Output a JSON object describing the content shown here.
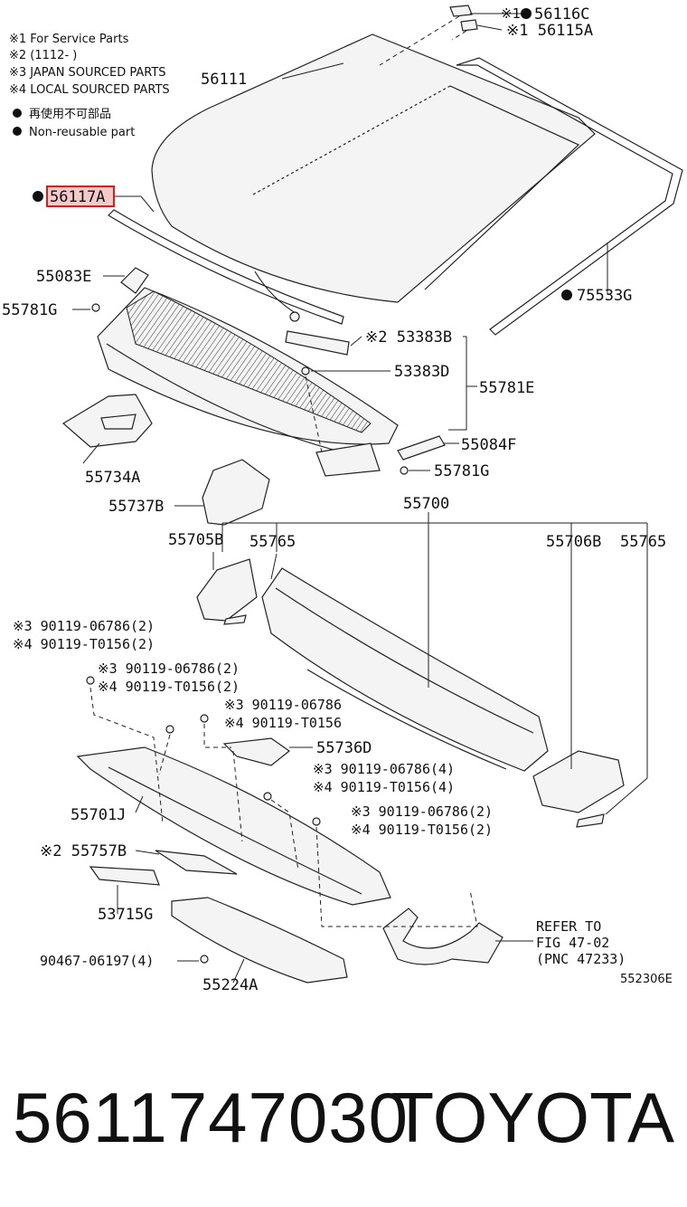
{
  "legend": {
    "notes": [
      "※1 For Service Parts",
      "※2 (1112-      )",
      "※3 JAPAN SOURCED PARTS",
      "※4 LOCAL SOURCED PARTS"
    ],
    "nonreusable": [
      "再使用不可部品",
      "Non-reusable part"
    ]
  },
  "labels": {
    "p56116C": "※1 56116C",
    "p56115A": "※1 56115A",
    "p56111": "56111",
    "p56117A": "56117A",
    "p75533G": "75533G",
    "p55083E": "55083E",
    "p55781G_a": "55781G",
    "p53383B": "※2 53383B",
    "p53383D": "53383D",
    "p55781E": "55781E",
    "p55084F": "55084F",
    "p55781G_b": "55781G",
    "p55734A": "55734A",
    "p55737B": "55737B",
    "p55700": "55700",
    "p55705B": "55705B",
    "p55765_a": "55765",
    "p55706B": "55706B",
    "p55765_b": "55765",
    "b1a": "※3 90119-06786(2)",
    "b1b": "※4 90119-T0156(2)",
    "b2a": "※3 90119-06786(2)",
    "b2b": "※4 90119-T0156(2)",
    "b3a": "※3 90119-06786",
    "b3b": "※4 90119-T0156",
    "p55736D": "55736D",
    "b4a": "※3 90119-06786(4)",
    "b4b": "※4 90119-T0156(4)",
    "p55701J": "55701J",
    "b5a": "※3 90119-06786(2)",
    "b5b": "※4 90119-T0156(2)",
    "p55757B": "※2 55757B",
    "p53715G": "53715G",
    "p90467": "90467-06197(4)",
    "p55224A": "55224A",
    "refer1": "REFER TO",
    "refer2": "FIG 47-02",
    "refer3": "(PNC 47233)",
    "figno": "552306E"
  },
  "footer": {
    "part_number": "5611747030",
    "brand": "TOYOTA"
  },
  "colors": {
    "highlight_border": "#cc2222",
    "highlight_fill": "#f6c9c9",
    "ink": "#111111"
  }
}
